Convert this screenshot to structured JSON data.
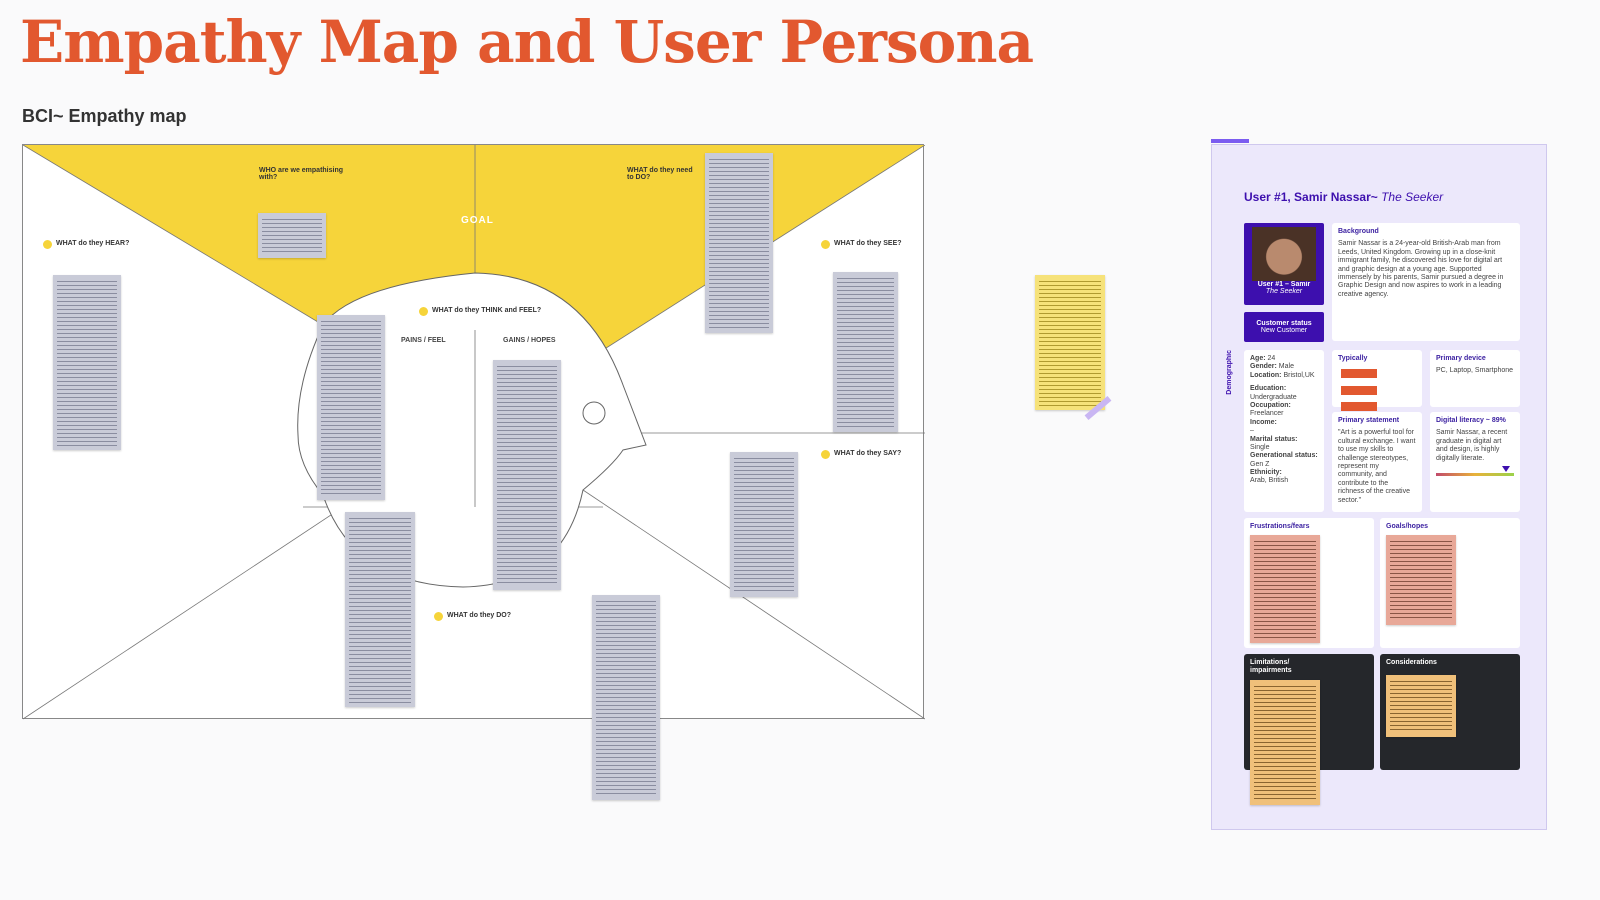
{
  "page": {
    "title": "Empathy Map and User Persona",
    "subtitle": "BCI~ Empathy map"
  },
  "empathy_map": {
    "goal": "GOAL",
    "who": "WHO are we empathising with?",
    "need_do": "WHAT do they need to DO?",
    "hear": "WHAT do they HEAR?",
    "see": "WHAT do they SEE?",
    "think_feel": "WHAT do they THINK and FEEL?",
    "pains": "PAINS / FEEL",
    "gains": "GAINS / HOPES",
    "say": "WHAT do they SAY?",
    "do": "WHAT do they DO?",
    "colors": {
      "yellow": "#f6d43a",
      "note": "#c9cbd8"
    }
  },
  "persona": {
    "title": "User #1, Samir Nassar~ ",
    "title_italic": "The Seeker",
    "photo_caption": "User #1 – Samir",
    "photo_sub": "The Seeker",
    "status_label": "Customer status",
    "status_value": "New Customer",
    "background_title": "Background",
    "background": "Samir Nassar is a 24-year-old British-Arab man from Leeds, United Kingdom. Growing up in a close-knit immigrant family, he discovered his love for digital art and graphic design at a young age. Supported immensely by his parents, Samir pursued a degree in Graphic Design and now aspires to work in a leading creative agency.",
    "demographic_label": "Demographic",
    "demographics": [
      {
        "k": "Age:",
        "v": "24"
      },
      {
        "k": "Gender:",
        "v": "Male"
      },
      {
        "k": "Location:",
        "v": "Bristol,UK"
      },
      {
        "k": "Education:",
        "v": "Undergraduate"
      },
      {
        "k": "Occupation:",
        "v": "Freelancer"
      },
      {
        "k": "Income:",
        "v": "–"
      },
      {
        "k": "Marital status:",
        "v": "Single"
      },
      {
        "k": "Generational status:",
        "v": "Gen Z"
      },
      {
        "k": "Ethnicity:",
        "v": "Arab, British"
      }
    ],
    "typically_title": "Typically",
    "device_title": "Primary device",
    "device": "PC, Laptop, Smartphone",
    "statement_title": "Primary statement",
    "statement": "\"Art is a powerful tool for cultural exchange. I want to use my skills to challenge stereotypes, represent my community, and contribute to the richness of the creative sector.\"",
    "literacy_title": "Digital literacy ~ 89%",
    "literacy": "Samir Nassar, a recent graduate in digital art and design, is highly digitally literate.",
    "literacy_value": 89,
    "frustrations_title": "Frustrations/fears",
    "goals_title": "Goals/hopes",
    "limitations_title": "Limitations/ impairments",
    "considerations_title": "Considerations",
    "colors": {
      "accent": "#3d0fae",
      "orange": "#e2582f"
    }
  }
}
